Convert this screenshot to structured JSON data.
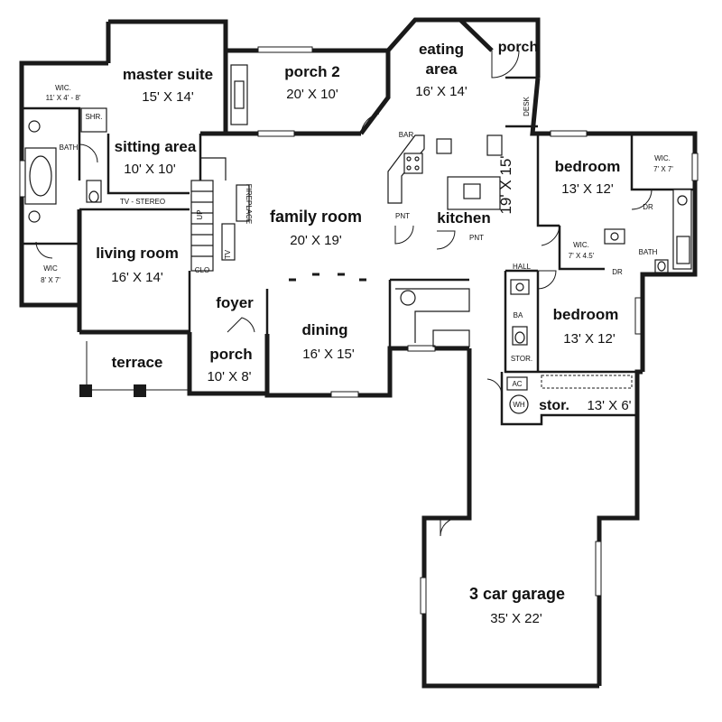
{
  "rooms": {
    "master_suite": {
      "name": "master suite",
      "dims": "15' X 14'"
    },
    "porch2": {
      "name": "porch 2",
      "dims": "20' X 10'"
    },
    "eating_area": {
      "name1": "eating",
      "name2": "area",
      "dims": "16' X 14'"
    },
    "porch_top": {
      "name": "porch"
    },
    "sitting_area": {
      "name": "sitting area",
      "dims": "10' X 10'"
    },
    "family_room": {
      "name": "family room",
      "dims": "20' X 19'"
    },
    "kitchen": {
      "name": "kitchen",
      "dims": "19' X 15'"
    },
    "bedroom1": {
      "name": "bedroom",
      "dims": "13' X 12'"
    },
    "bedroom2": {
      "name": "bedroom",
      "dims": "13' X 12'"
    },
    "living_room": {
      "name": "living room",
      "dims": "16' X 14'"
    },
    "foyer": {
      "name": "foyer"
    },
    "dining": {
      "name": "dining",
      "dims": "16' X 15'"
    },
    "terrace": {
      "name": "terrace"
    },
    "porch_front": {
      "name": "porch",
      "dims": "10' X 8'"
    },
    "storage": {
      "name": "stor.",
      "dims": "13' X 6'"
    },
    "garage": {
      "name": "3 car garage",
      "dims": "35' X 22'"
    }
  },
  "labels": {
    "wic_master": "WIC.",
    "wic_master_dims": "11' X 4' - 8'",
    "shr": "SHR.",
    "bath_master": "BATH",
    "wic_lower": "WIC",
    "wic_lower_dims": "8' X 7'",
    "tv_stereo": "TV - STEREO",
    "up": "UP",
    "fireplace": "FIREPLACE",
    "tv": "TV",
    "clo": "CLO",
    "bar": "BAR",
    "pnt1": "PNT",
    "pnt2": "PNT",
    "desk": "DESK",
    "wic_bed1": "WIC.",
    "wic_bed1_dims": "7' X 7'",
    "dr1": "DR",
    "wic_bed2": "WIC.",
    "wic_bed2_dims": "7' X 4.5'",
    "bath_bed": "BATH",
    "dr2": "DR",
    "hall": "HALL",
    "ba": "BA",
    "stor_small": "STOR.",
    "ac": "AC",
    "wh": "WH"
  }
}
